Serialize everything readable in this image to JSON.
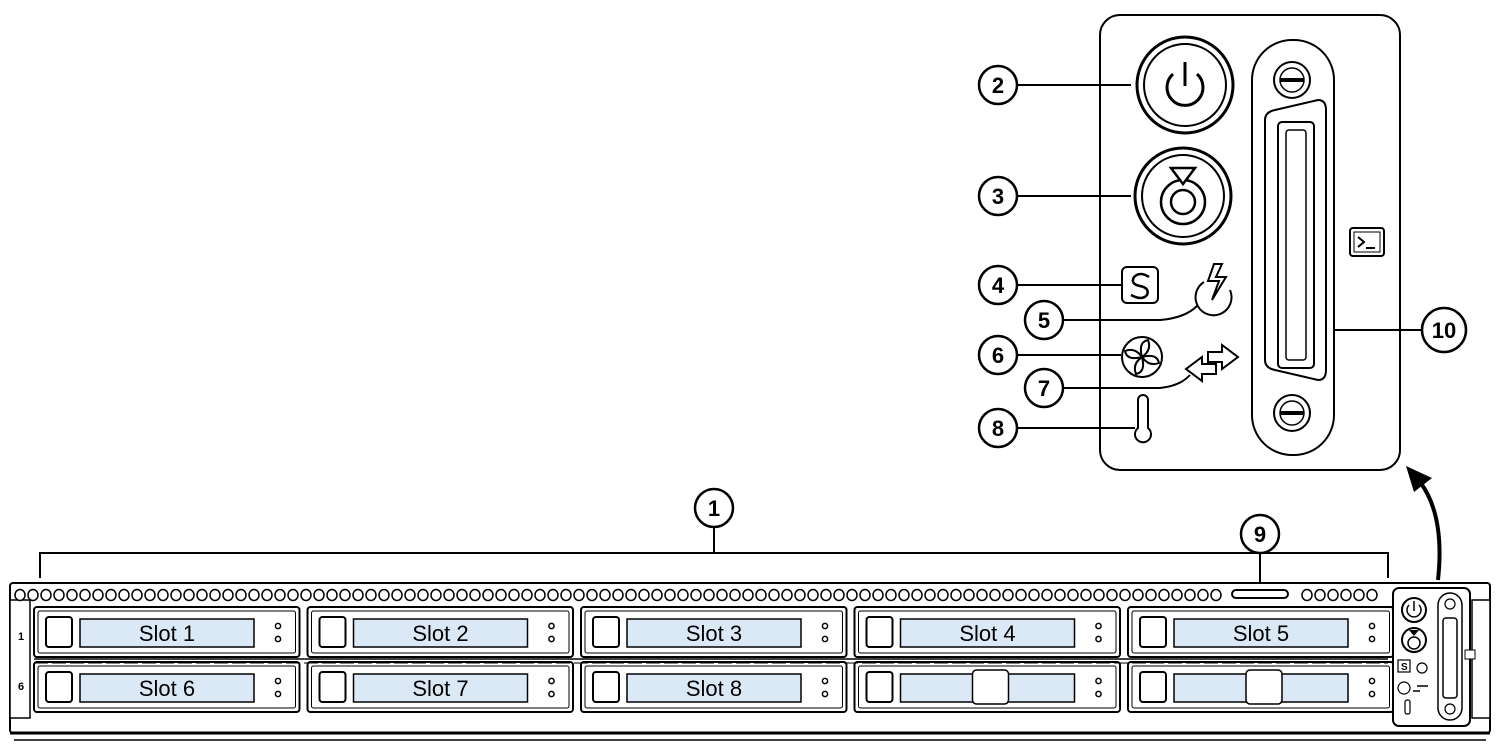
{
  "slots": [
    {
      "label": "Slot 1"
    },
    {
      "label": "Slot 2"
    },
    {
      "label": "Slot 3"
    },
    {
      "label": "Slot 4"
    },
    {
      "label": "Slot 5"
    },
    {
      "label": "Slot 6"
    },
    {
      "label": "Slot 7"
    },
    {
      "label": "Slot 8"
    }
  ],
  "callouts": {
    "c1": "1",
    "c2": "2",
    "c3": "3",
    "c4": "4",
    "c5": "5",
    "c6": "6",
    "c7": "7",
    "c8": "8",
    "c9": "9",
    "c10": "10"
  },
  "slot_side_numbers": {
    "top_left": "1",
    "bottom_left": "6"
  },
  "colors": {
    "slot_label_fill": "#dbe9f7",
    "line": "#000000",
    "background": "#ffffff"
  },
  "icons": {
    "power_button": "power-icon",
    "unit_id_button": "unit-identification-icon",
    "system_status": "system-status-icon",
    "power_supply_status": "power-supply-status-icon",
    "fan_status": "fan-icon",
    "network_link": "network-link-icon",
    "temperature_status": "thermometer-icon",
    "kvm_connector": "console-icon"
  }
}
